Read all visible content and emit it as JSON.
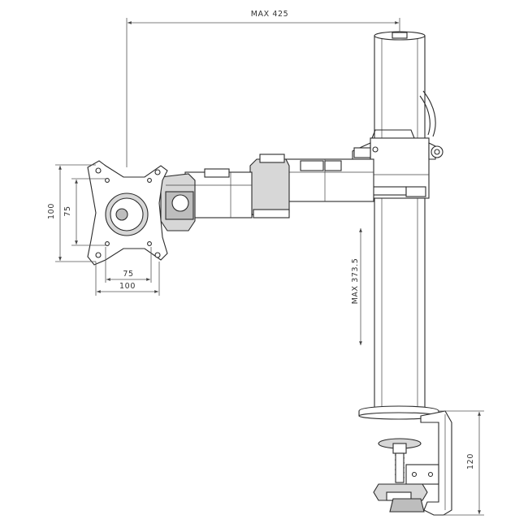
{
  "dimensions": {
    "max_reach": "MAX 425",
    "max_height": "MAX 373.5",
    "vesa_outer_vertical": "100",
    "vesa_inner_vertical": "75",
    "vesa_inner_horizontal": "75",
    "vesa_outer_horizontal": "100",
    "clamp_thickness": "120"
  },
  "colors": {
    "line": "#2b2b2b",
    "shade": "#d7d7d7",
    "background": "#ffffff"
  }
}
